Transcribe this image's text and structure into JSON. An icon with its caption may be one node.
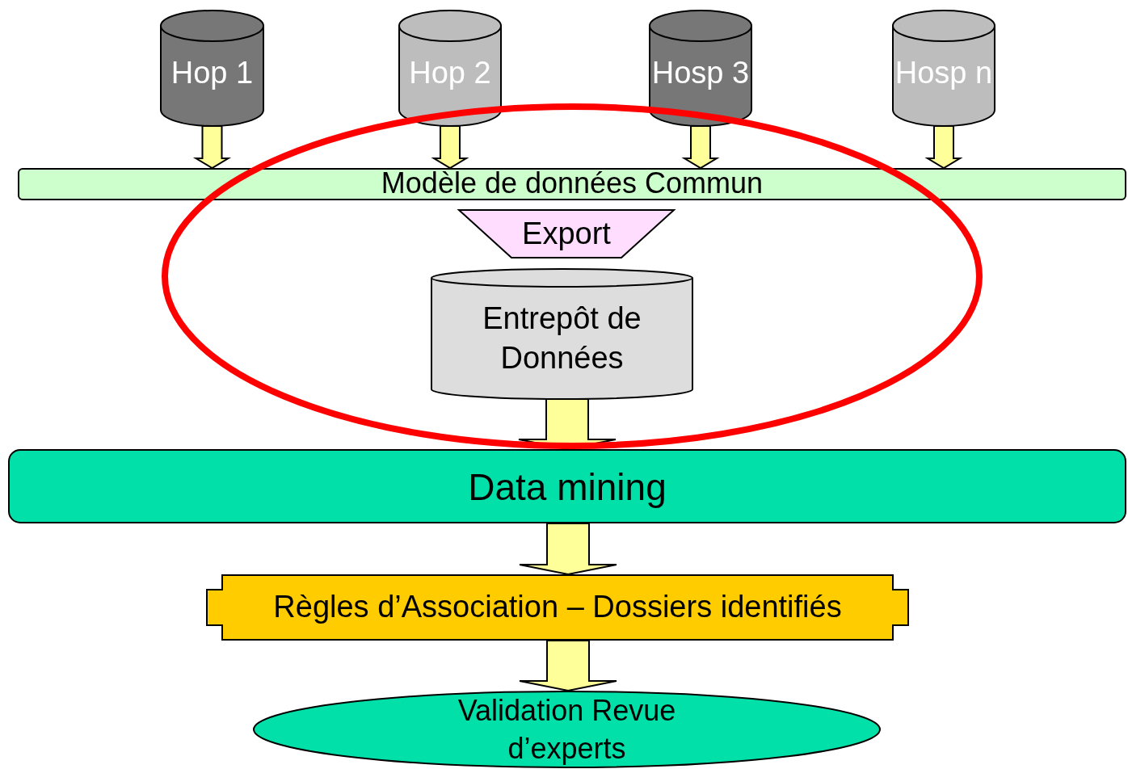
{
  "diagram": {
    "nodes": [
      {
        "text": [
          "Hop 1"
        ]
      },
      {
        "text": [
          "Hop 2"
        ]
      },
      {
        "text": [
          "Hosp 3"
        ]
      },
      {
        "text": [
          "Hosp n"
        ]
      },
      {
        "text": [
          "Modèle de données Commun"
        ]
      },
      {
        "text": [
          "Export"
        ]
      },
      {
        "text": [
          "Entrepôt de Données"
        ]
      },
      {
        "text": [
          "Data mining"
        ]
      },
      {
        "text": [
          "Règles d’Association – Dossiers identifiés"
        ]
      },
      {
        "text": [
          "Validation Revue d’experts"
        ]
      }
    ],
    "edges": [
      {
        "from": 0,
        "to": 4,
        "arrow": "to"
      },
      {
        "from": 1,
        "to": 4,
        "arrow": "to"
      },
      {
        "from": 2,
        "to": 4,
        "arrow": "to"
      },
      {
        "from": 3,
        "to": 4,
        "arrow": "to"
      },
      {
        "from": 6,
        "to": 7,
        "arrow": "to"
      },
      {
        "from": 7,
        "to": 8,
        "arrow": "to"
      },
      {
        "from": 8,
        "to": 9,
        "arrow": "to"
      }
    ]
  }
}
